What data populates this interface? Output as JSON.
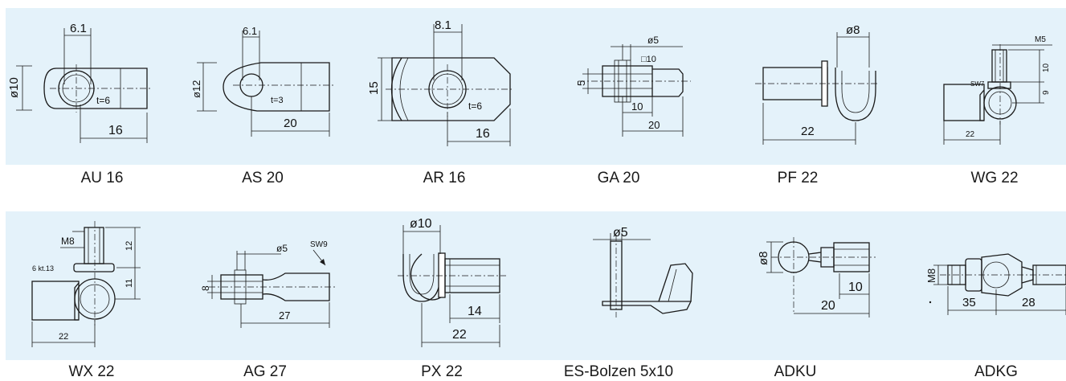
{
  "parts": [
    {
      "caption": "AU 16",
      "dims": [
        "6.1",
        "ø10",
        "t=6",
        "16"
      ]
    },
    {
      "caption": "AS 20",
      "dims": [
        "6.1",
        "ø12",
        "t=3",
        "20"
      ]
    },
    {
      "caption": "AR 16",
      "dims": [
        "8.1",
        "15",
        "t=6",
        "16"
      ]
    },
    {
      "caption": "GA 20",
      "dims": [
        "ø5",
        "□10",
        "5",
        "10",
        "20"
      ]
    },
    {
      "caption": "PF 22",
      "dims": [
        "ø8",
        "22"
      ]
    },
    {
      "caption": "WG 22",
      "dims": [
        "M5",
        "10",
        "SW7",
        "9",
        "22"
      ]
    },
    {
      "caption": "WX 22",
      "dims": [
        "M8",
        "12",
        "6 kt.13",
        "11",
        "22"
      ]
    },
    {
      "caption": "AG 27",
      "dims": [
        "ø5",
        "SW9",
        "8",
        "27"
      ]
    },
    {
      "caption": "PX 22",
      "dims": [
        "ø10",
        "14",
        "22"
      ]
    },
    {
      "caption": "ES-Bolzen 5x10",
      "dims": [
        "ø5"
      ]
    },
    {
      "caption": "ADKU",
      "dims": [
        "ø8",
        "10",
        "20"
      ]
    },
    {
      "caption": "ADKG",
      "dims": [
        "M8",
        "35",
        "28"
      ]
    }
  ]
}
